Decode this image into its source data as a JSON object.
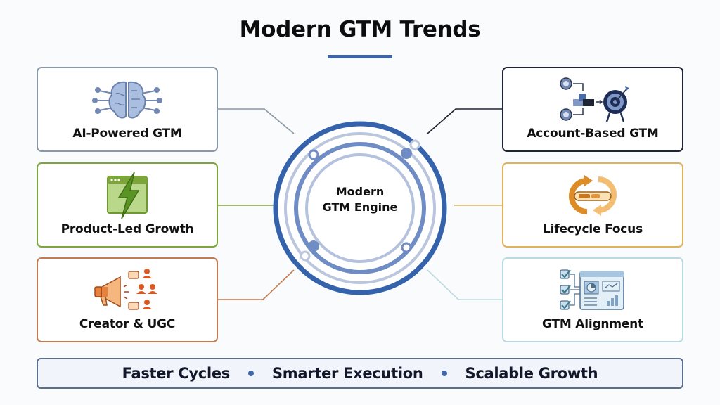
{
  "header": {
    "title": "Modern GTM Trends",
    "accent_color": "#3d65a8"
  },
  "center": {
    "line1": "Modern",
    "line2": "GTM Engine",
    "ring_color": "#3463ab"
  },
  "left_cards": [
    {
      "label": "AI-Powered GTM",
      "icon": "brain-circuit-icon",
      "border_color": "#8a97a8",
      "line_color": "#8a97a8"
    },
    {
      "label": "Product-Led Growth",
      "icon": "browser-lightning-icon",
      "border_color": "#7da63a",
      "line_color": "#7da63a"
    },
    {
      "label": "Creator & UGC",
      "icon": "megaphone-audience-icon",
      "border_color": "#c27a4e",
      "line_color": "#c27a4e"
    }
  ],
  "right_cards": [
    {
      "label": "Account-Based GTM",
      "icon": "target-blocks-icon",
      "border_color": "#1d2433",
      "line_color": "#1d2433"
    },
    {
      "label": "Lifecycle Focus",
      "icon": "lifecycle-loop-icon",
      "border_color": "#e0b25a",
      "line_color": "#e0b25a"
    },
    {
      "label": "GTM Alignment",
      "icon": "checklist-dashboard-icon",
      "border_color": "#b9dbe0",
      "line_color": "#b9dbe0"
    }
  ],
  "footer": {
    "items": [
      "Faster Cycles",
      "Smarter Execution",
      "Scalable Growth"
    ],
    "separator_color": "#3d65a8"
  }
}
